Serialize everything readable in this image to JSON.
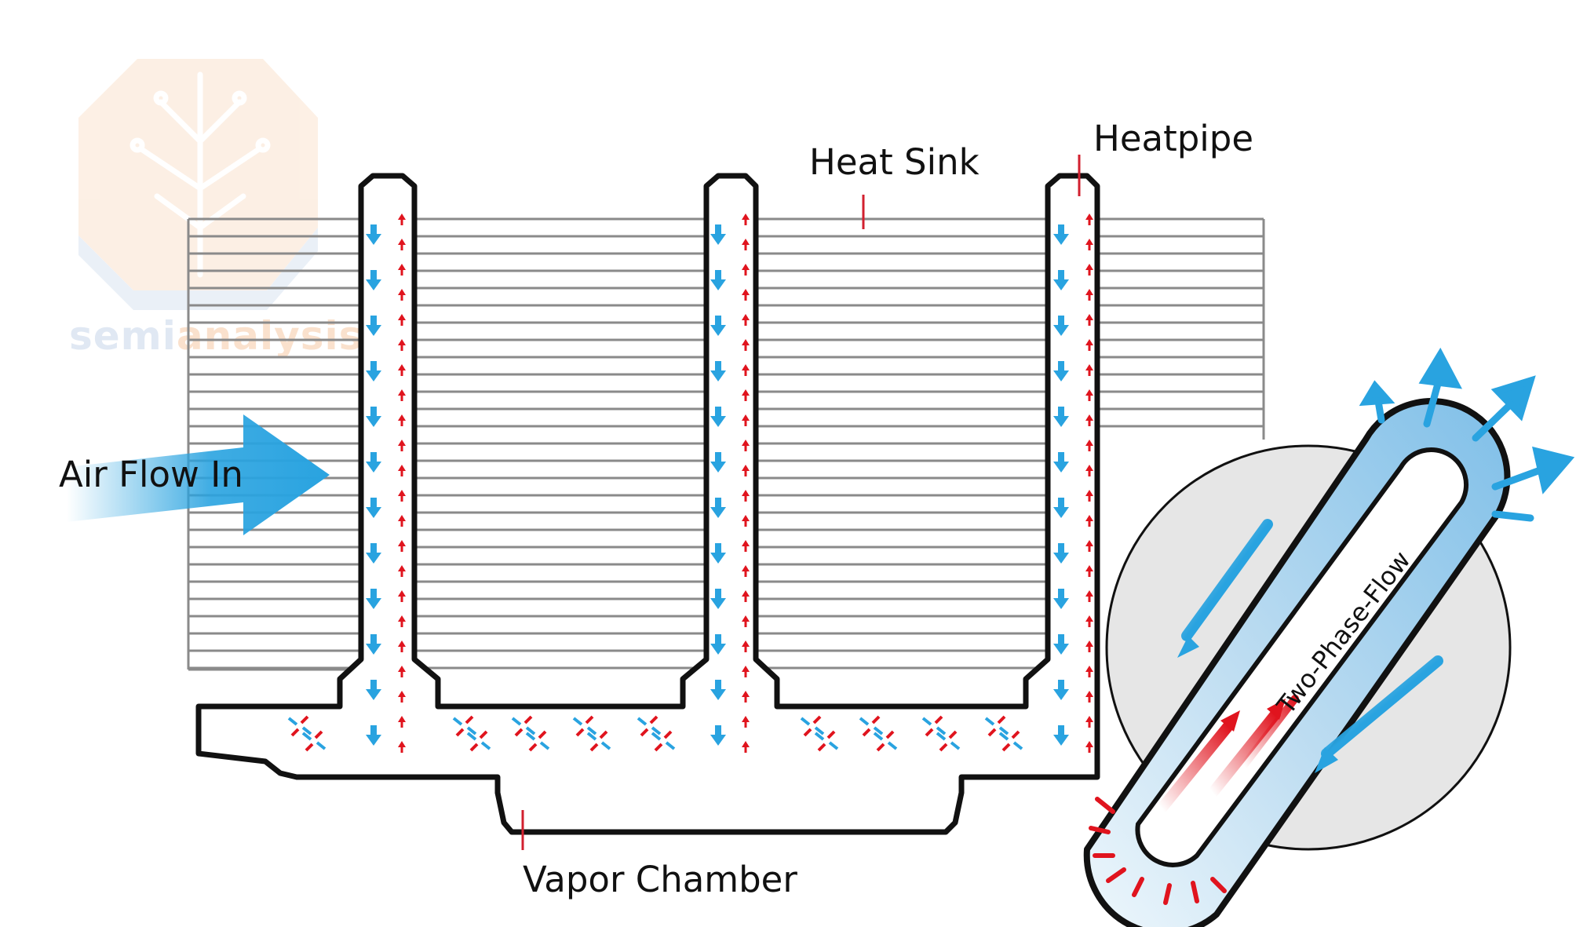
{
  "labels": {
    "heat_sink": "Heat Sink",
    "heatpipe": "Heatpipe",
    "air_flow": "Air Flow In",
    "vapor_chamber": "Vapor Chamber",
    "two_phase": "Two-Phase-Flow"
  },
  "watermark": {
    "text_a": "semi",
    "text_b": "analysis"
  },
  "colors": {
    "outline": "#111111",
    "fin": "#8a8a8a",
    "liquid": "#29a3e0",
    "vapor": "#e0141e",
    "pipe_fill": "#e8f4fb",
    "disc": "#e6e6e6",
    "leader": "#d2202f"
  }
}
